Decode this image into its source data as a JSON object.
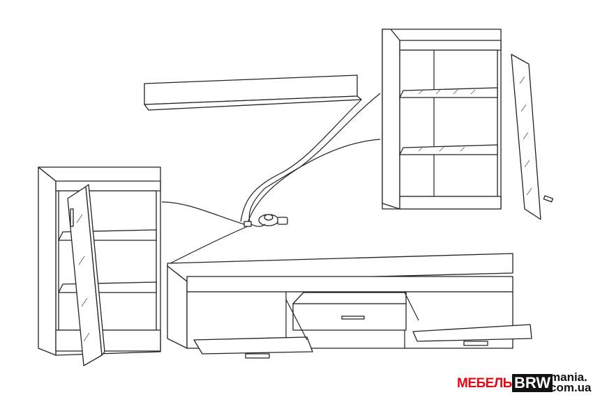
{
  "logo": {
    "brand_prefix": "МЕБЕЛЬ",
    "brand_box": "BRW",
    "domain_line1": "mania.",
    "domain_line2": "com.ua"
  },
  "colors": {
    "line": "#222222",
    "logo_red": "#e30613",
    "logo_box": "#111111"
  }
}
